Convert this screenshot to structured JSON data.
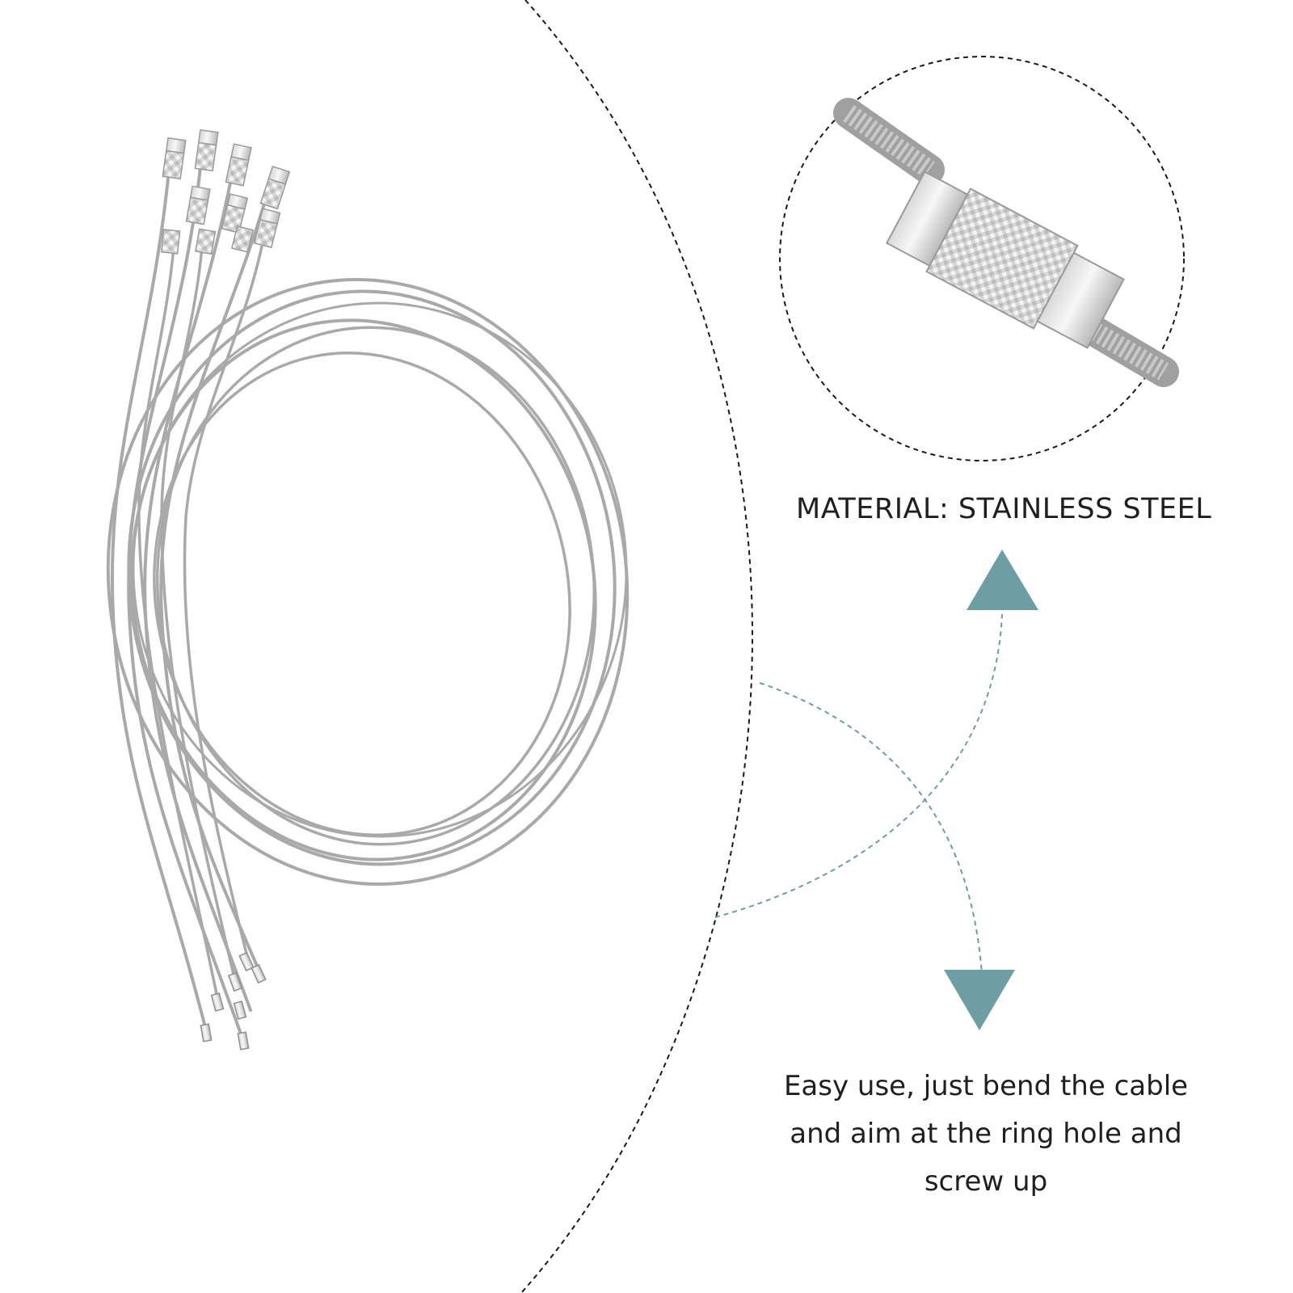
{
  "captions": {
    "material": "MATERIAL: STAINLESS STEEL",
    "usage": "Easy use, just bend the cable and aim at the ring hole and screw up"
  },
  "icons": {
    "product": "coiled-steel-cable-keyrings",
    "detail": "screw-lock-cylinder-detail",
    "arrow_up": "triangle-up-icon",
    "arrow_down": "triangle-down-icon"
  },
  "colors": {
    "accent": "#6c9ea3",
    "divider": "#1a1a1a",
    "cable": "#a7a7a7",
    "text": "#1f1f1f"
  }
}
